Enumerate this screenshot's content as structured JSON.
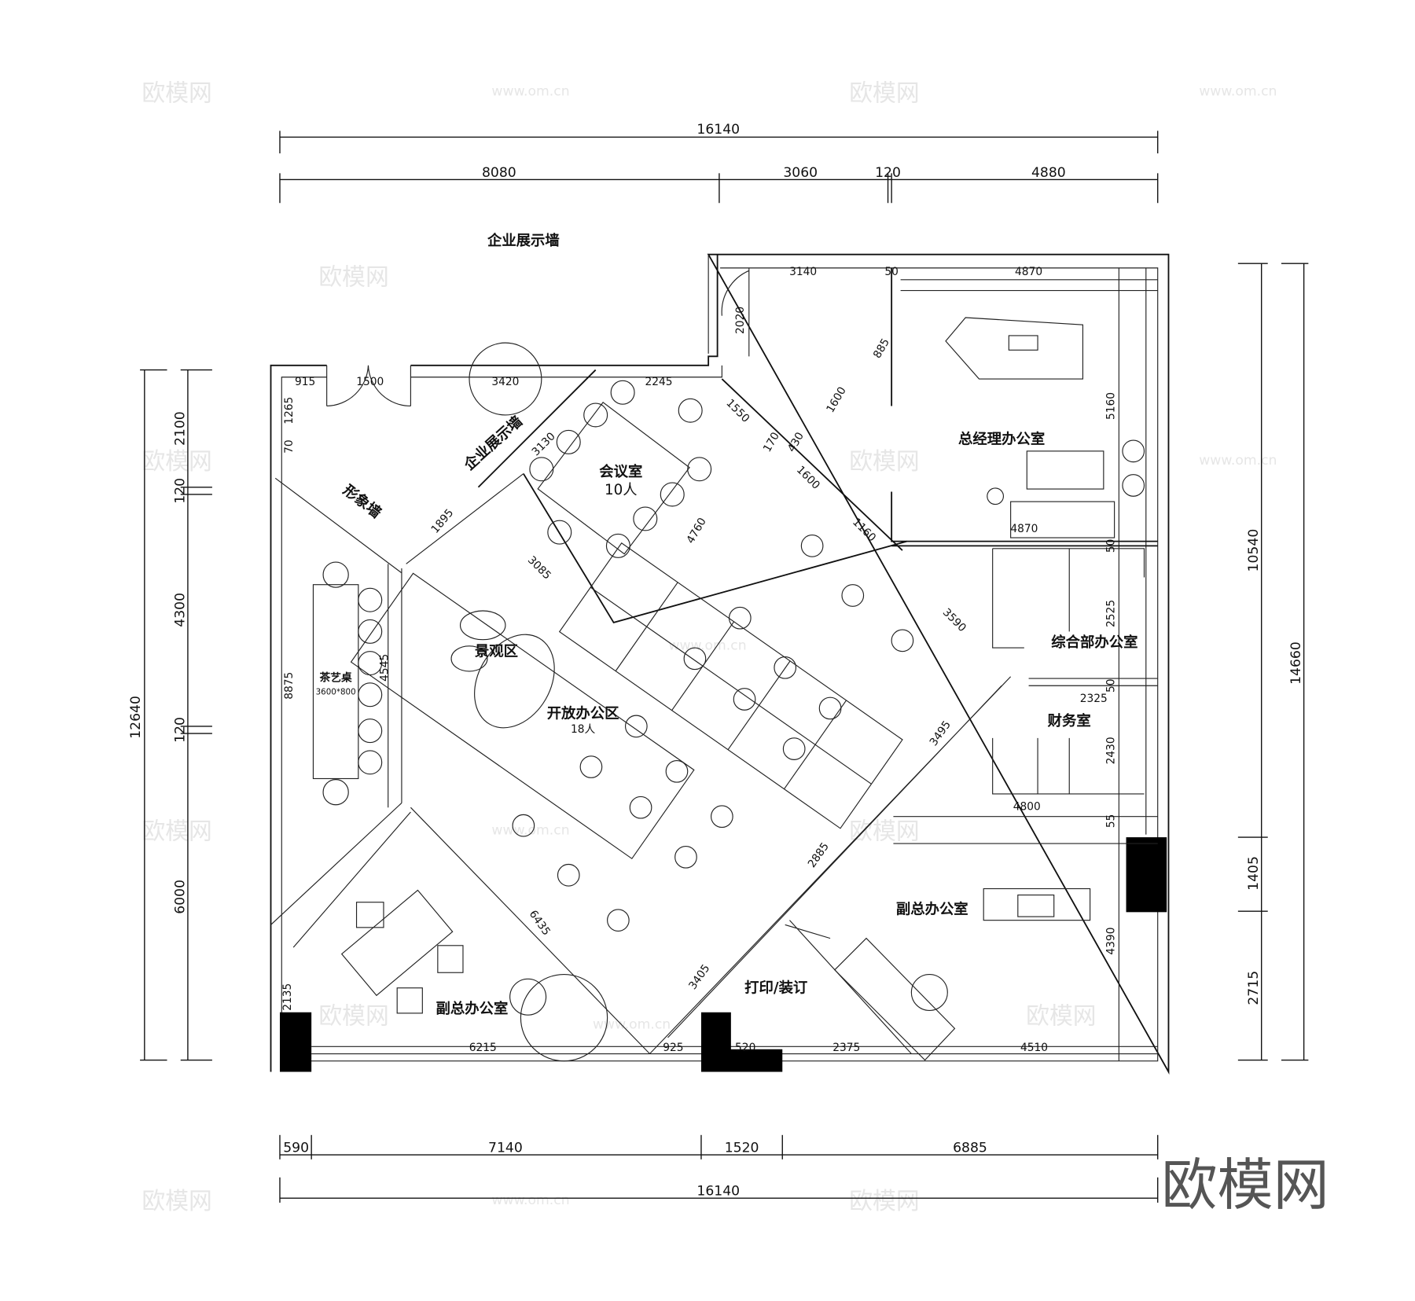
{
  "drawing": {
    "rooms": {
      "display_wall_top": "企业展示墙",
      "display_wall_diag": "企业展示墙",
      "meeting_room": "会议室",
      "meeting_capacity": "10人",
      "gm_office": "总经理办公室",
      "image_wall": "形象墙",
      "landscape": "景观区",
      "open_office": "开放办公区",
      "open_office_capacity": "18人",
      "general_dept_office": "综合部办公室",
      "finance": "财务室",
      "tea_table": "茶艺桌",
      "tea_table_size": "3600*800",
      "vp_office_right": "副总办公室",
      "vp_office_left": "副总办公室",
      "print_bind": "打印/装订"
    },
    "dimensions": {
      "top_total": "16140",
      "top_segments": [
        "8080",
        "3060",
        "120",
        "4880"
      ],
      "bottom_segments": [
        "590",
        "7140",
        "1520",
        "6885"
      ],
      "bottom_total": "16140",
      "left_total": "12640",
      "left_segments": [
        "2100",
        "120",
        "4300",
        "120",
        "6000"
      ],
      "right_outer": "14660",
      "right_inner": "10540",
      "right_segments": [
        "1405",
        "2715"
      ],
      "interior": [
        "3140",
        "50",
        "4870",
        "2020",
        "885",
        "915",
        "1500",
        "3420",
        "2245",
        "1265",
        "1550",
        "1600",
        "170",
        "430",
        "1600",
        "3130",
        "5160",
        "4870",
        "1895",
        "4760",
        "3085",
        "1160",
        "50",
        "2525",
        "3590",
        "50",
        "2325",
        "2430",
        "3495",
        "4800",
        "55",
        "8875",
        "4545",
        "4390",
        "2885",
        "6435",
        "3405",
        "6215",
        "925",
        "520",
        "2375",
        "4510",
        "2135",
        "70"
      ]
    },
    "watermark": {
      "logo": "欧模网",
      "site": "www.om.cn"
    },
    "colors": {
      "line": "#111111",
      "column": "#000000",
      "watermark": "#e6e6e6"
    }
  }
}
